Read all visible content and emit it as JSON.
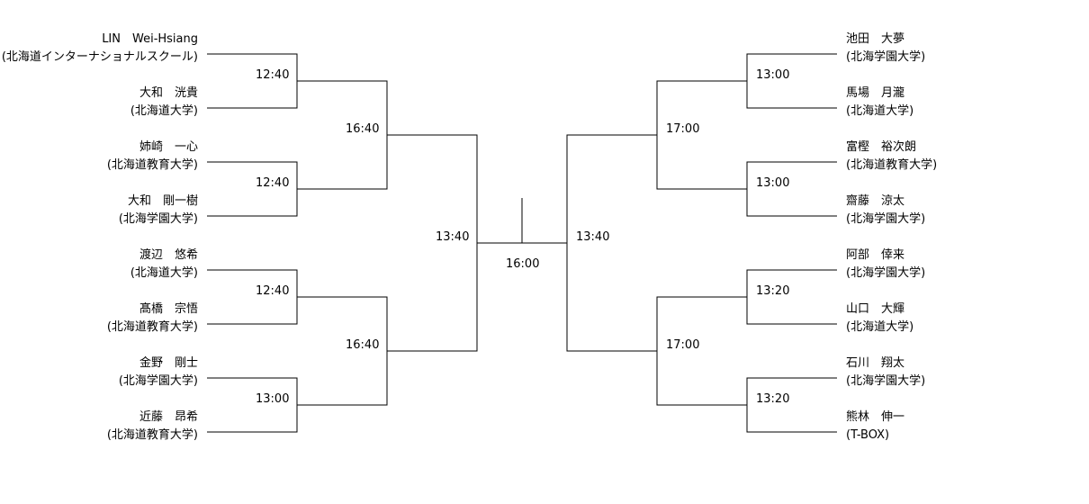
{
  "left_players": [
    {
      "name": "LIN　Wei-Hsiang",
      "affiliation": "(北海道インターナショナルスクール)"
    },
    {
      "name": "大和　洸貴",
      "affiliation": "(北海道大学)"
    },
    {
      "name": "姉崎　一心",
      "affiliation": "(北海道教育大学)"
    },
    {
      "name": "大和　剛一樹",
      "affiliation": "(北海学園大学)"
    },
    {
      "name": "渡辺　悠希",
      "affiliation": "(北海道大学)"
    },
    {
      "name": "髙橋　宗悟",
      "affiliation": "(北海道教育大学)"
    },
    {
      "name": "金野　剛士",
      "affiliation": "(北海学園大学)"
    },
    {
      "name": "近藤　昂希",
      "affiliation": "(北海道教育大学)"
    }
  ],
  "right_players": [
    {
      "name": "池田　大夢",
      "affiliation": "(北海学園大学)"
    },
    {
      "name": "馬場　月瀧",
      "affiliation": "(北海道大学)"
    },
    {
      "name": "富樫　裕次朗",
      "affiliation": "(北海道教育大学)"
    },
    {
      "name": "齋藤　涼太",
      "affiliation": "(北海学園大学)"
    },
    {
      "name": "阿部　倖来",
      "affiliation": "(北海学園大学)"
    },
    {
      "name": "山口　大輝",
      "affiliation": "(北海道大学)"
    },
    {
      "name": "石川　翔太",
      "affiliation": "(北海学園大学)"
    },
    {
      "name": "熊林　伸一",
      "affiliation": "(T-BOX)"
    }
  ],
  "times": {
    "left_r1": [
      "12:40",
      "12:40",
      "12:40",
      "13:00"
    ],
    "left_r2": [
      "16:40",
      "16:40"
    ],
    "left_semi": "13:40",
    "final": "16:00",
    "right_semi": "13:40",
    "right_r2": [
      "17:00",
      "17:00"
    ],
    "right_r1": [
      "13:00",
      "13:00",
      "13:20",
      "13:20"
    ]
  }
}
